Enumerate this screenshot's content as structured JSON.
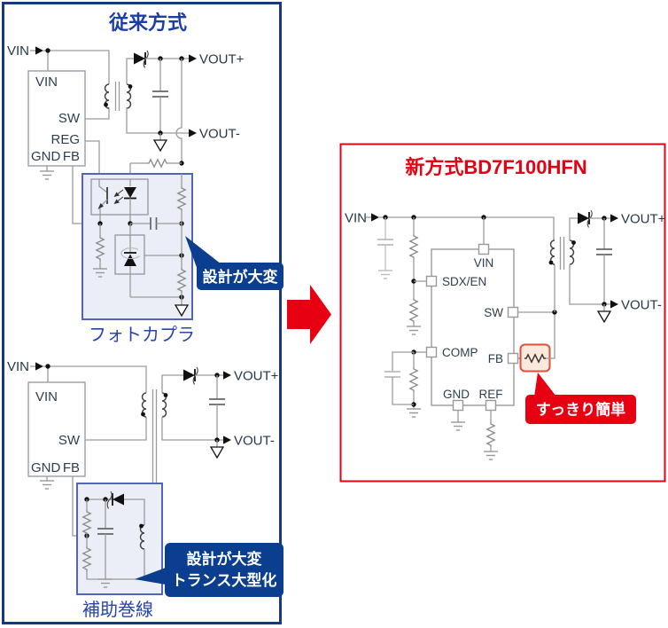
{
  "colors": {
    "panel_navy": "#163a7d",
    "title_blue": "#1c3ea5",
    "block_label_blue": "#2746a8",
    "callout_blue": "#0c3e8f",
    "brand_red": "#e60012",
    "highlight_border": "#dd4f38",
    "highlight_fill": "#fbe9de",
    "block_box_border": "#5266b5",
    "block_box_fill": "#ebeef7"
  },
  "left_panel": {
    "title": "従来方式",
    "circuit1": {
      "input": "VIN",
      "pins": {
        "vin": "VIN",
        "sw": "SW",
        "reg": "REG",
        "gnd": "GND",
        "fb": "FB"
      },
      "vout_plus": "VOUT+",
      "vout_minus": "VOUT-",
      "block_label": "フォトカプラ",
      "callout": "設計が大変"
    },
    "circuit2": {
      "input": "VIN",
      "pins": {
        "vin": "VIN",
        "sw": "SW",
        "gnd": "GND",
        "fb": "FB"
      },
      "vout_plus": "VOUT+",
      "vout_minus": "VOUT-",
      "block_label": "補助巻線",
      "callout_line1": "設計が大変",
      "callout_line2": "トランス大型化"
    }
  },
  "right_panel": {
    "title": "新方式BD7F100HFN",
    "input": "VIN",
    "pins": {
      "vin": "VIN",
      "sdx_en": "SDX/EN",
      "sw": "SW",
      "fb": "FB",
      "comp": "COMP",
      "gnd": "GND",
      "ref": "REF"
    },
    "vout_plus": "VOUT+",
    "vout_minus": "VOUT-",
    "callout": "すっきり簡単"
  }
}
